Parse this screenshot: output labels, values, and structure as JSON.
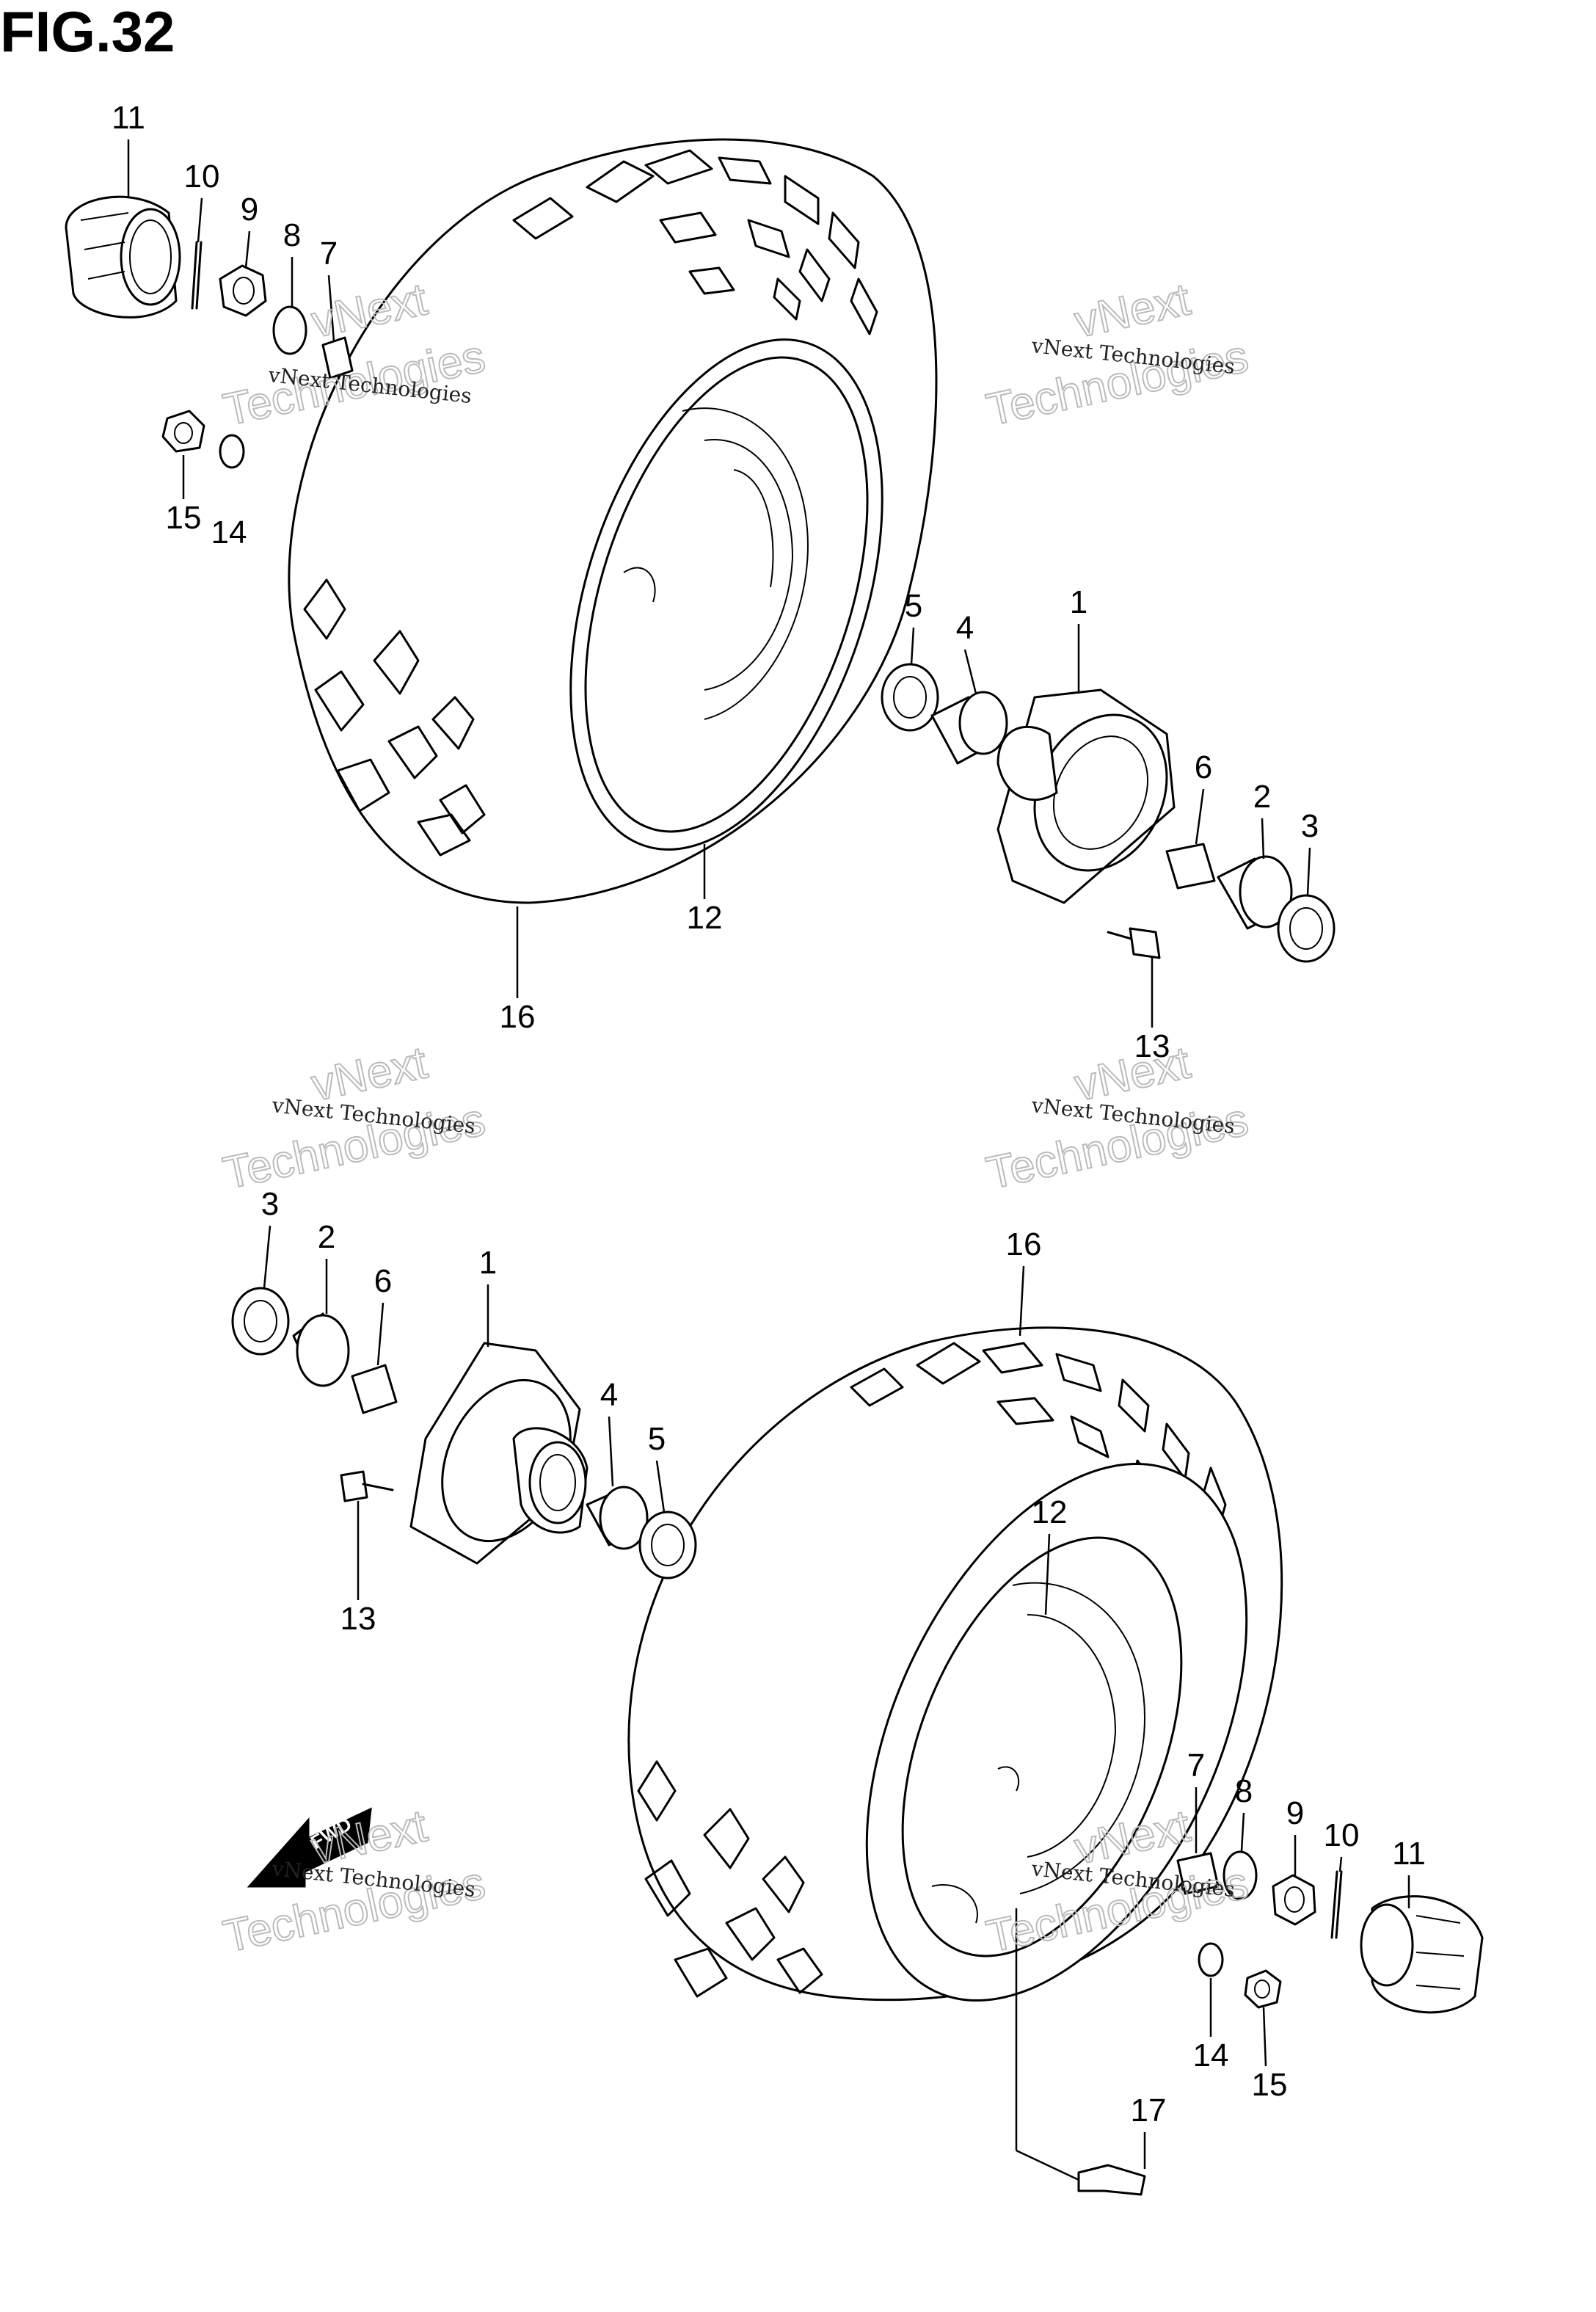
{
  "figure": {
    "title": "FIG.32"
  },
  "fwd_label": "FWD",
  "watermark": {
    "line1": "vNext Technologies",
    "line2": "Technologies",
    "line3": "vNext"
  },
  "callouts": {
    "upper": [
      "11",
      "10",
      "9",
      "8",
      "7",
      "15",
      "14",
      "5",
      "4",
      "1",
      "6",
      "2",
      "3",
      "12",
      "13",
      "16"
    ],
    "lower": [
      "3",
      "2",
      "6",
      "1",
      "4",
      "5",
      "13",
      "16",
      "12",
      "7",
      "8",
      "9",
      "10",
      "11",
      "14",
      "15",
      "17"
    ]
  }
}
